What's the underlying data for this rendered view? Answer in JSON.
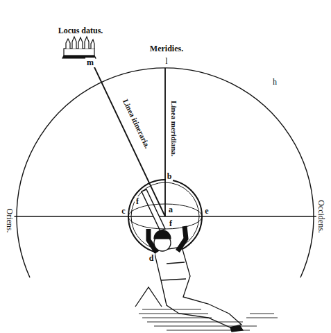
{
  "diagram": {
    "labels": [
      "Locus datus.",
      "Meridies.",
      "l",
      "m",
      "h",
      "Linea itineraria.",
      "Linea meridiana.",
      "b",
      "f",
      "c",
      "a",
      "e",
      "Oriens.",
      "Occidens.",
      "f",
      "d"
    ]
  }
}
